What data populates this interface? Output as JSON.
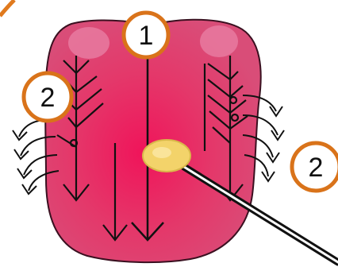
{
  "diagram": {
    "step_markers": [
      {
        "label": "1"
      },
      {
        "label": "2"
      },
      {
        "label": "2"
      }
    ],
    "colors": {
      "tongue_fill": "#e0426e",
      "tongue_center": "#f0145a",
      "tongue_outline": "#3a1020",
      "papilla_fill": "#e77aa0",
      "marker_ring": "#d9731a",
      "arrow_stroke": "#111111",
      "swab_tip": "#f3d36a",
      "swab_handle": "#111111",
      "corner_accent": "#e07a1e"
    },
    "icons": {
      "swab": "cotton-swab-icon",
      "arrow": "arrow-down-icon"
    }
  }
}
